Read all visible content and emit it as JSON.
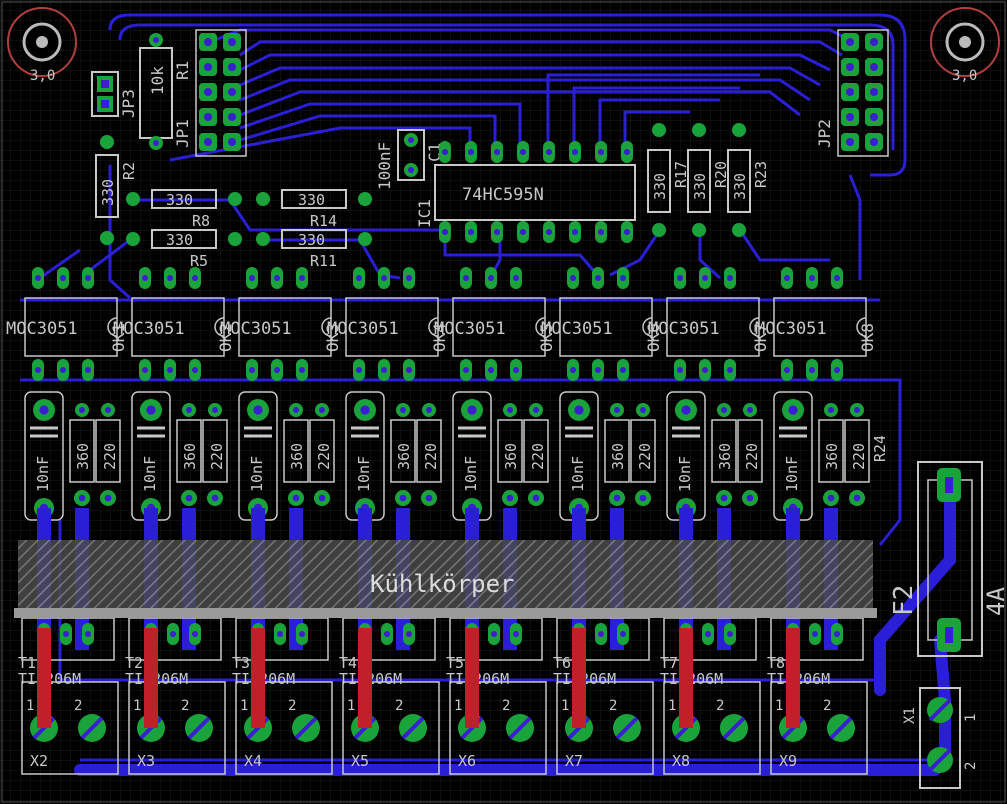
{
  "colors": {
    "background": "#000000",
    "grid": "#1c1c1c",
    "bottom_trace": "#2a1fd6",
    "top_trace": "#c0202a",
    "pad": "#1aa33a",
    "drill": "#3a1fd0",
    "silk": "#c8c8c8",
    "mount_hole": "#b04040"
  },
  "labels": {
    "ic1_name": "IC1",
    "ic1_value": "74HC595N",
    "c1_name": "C1",
    "c1_value": "100nF",
    "r1_name": "R1",
    "r1_value": "10k",
    "r2_name": "R2",
    "r2_value": "330",
    "r8_name": "R8",
    "r8_value": "330",
    "r14_name": "R14",
    "r14_value": "330",
    "r5_name": "R5",
    "r5_value": "330",
    "r11_name": "R11",
    "r11_value": "330",
    "r17_name": "R17",
    "r17_value": "330",
    "r20_name": "R20",
    "r20_value": "330",
    "r23_name": "R23",
    "r23_value": "330",
    "r24_name": "R24",
    "jp1": "JP1",
    "jp2": "JP2",
    "jp3": "JP3",
    "heatsink": "Kühlkörper",
    "fuse": "F2",
    "fuse_value": "4A",
    "hole_left": "3,0",
    "hole_right": "3,0",
    "x1": "X1"
  },
  "channels": [
    {
      "ok": "OK1",
      "opto": "MOC3051",
      "cap": "10nF",
      "r_a": "360",
      "r_b": "220",
      "triac_name": "T1",
      "triac": "TIC206M",
      "term": "X2"
    },
    {
      "ok": "OK2",
      "opto": "MOC3051",
      "cap": "10nF",
      "r_a": "360",
      "r_b": "220",
      "triac_name": "T2",
      "triac": "TIC206M",
      "term": "X3"
    },
    {
      "ok": "OK3",
      "opto": "MOC3051",
      "cap": "10nF",
      "r_a": "360",
      "r_b": "220",
      "triac_name": "T3",
      "triac": "TIC206M",
      "term": "X4"
    },
    {
      "ok": "OK4",
      "opto": "MOC3051",
      "cap": "10nF",
      "r_a": "360",
      "r_b": "220",
      "triac_name": "T4",
      "triac": "TIC206M",
      "term": "X5"
    },
    {
      "ok": "OK5",
      "opto": "MOC3051",
      "cap": "10nF",
      "r_a": "360",
      "r_b": "220",
      "triac_name": "T5",
      "triac": "TIC206M",
      "term": "X6"
    },
    {
      "ok": "OK6",
      "opto": "MOC3051",
      "cap": "10nF",
      "r_a": "360",
      "r_b": "220",
      "triac_name": "T6",
      "triac": "TIC206M",
      "term": "X7"
    },
    {
      "ok": "OK7",
      "opto": "MOC3051",
      "cap": "10nF",
      "r_a": "360",
      "r_b": "220",
      "triac_name": "T7",
      "triac": "TIC206M",
      "term": "X8"
    },
    {
      "ok": "OK8",
      "opto": "MOC3051",
      "cap": "10nF",
      "r_a": "360",
      "r_b": "220",
      "triac_name": "T8",
      "triac": "TIC206M",
      "term": "X9"
    }
  ],
  "terminal_pins": {
    "pin1": "1",
    "pin2": "2"
  }
}
